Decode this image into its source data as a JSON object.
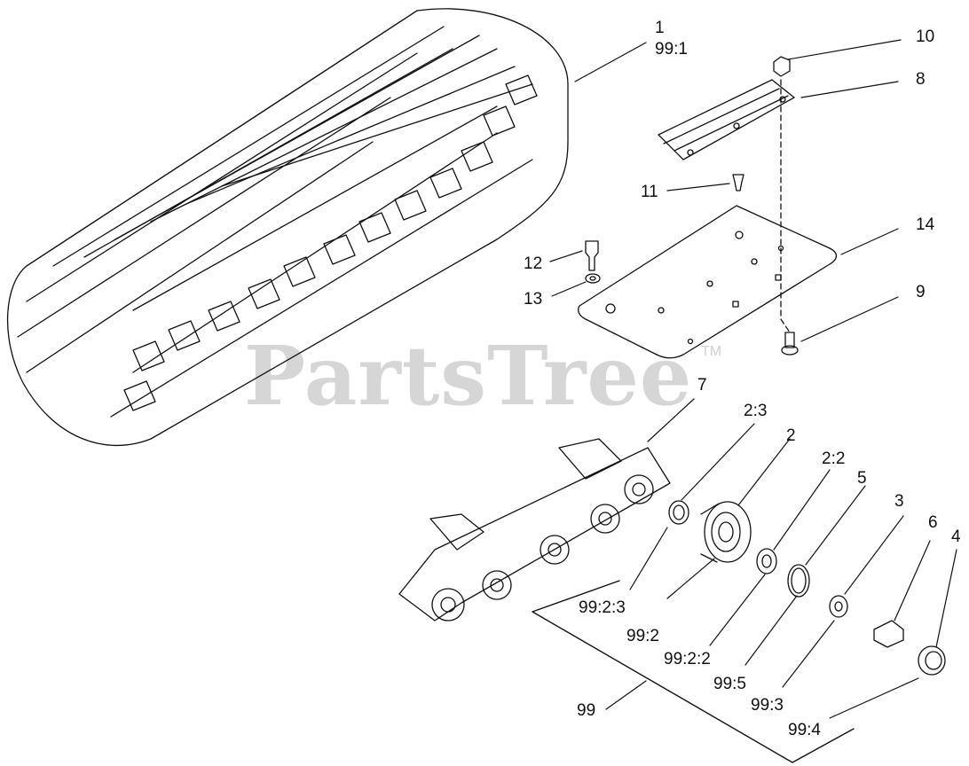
{
  "watermark": {
    "text": "PartsTree",
    "trademark": "TM"
  },
  "callouts": {
    "c1": "1",
    "c99_1": "99:1",
    "c10": "10",
    "c8": "8",
    "c11": "11",
    "c14": "14",
    "c12": "12",
    "c13": "13",
    "c9": "9",
    "c7": "7",
    "c2_3": "2:3",
    "c2": "2",
    "c2_2": "2:2",
    "c5": "5",
    "c3": "3",
    "c6": "6",
    "c4": "4",
    "c99_2_3": "99:2:3",
    "c99_2": "99:2",
    "c99_2_2": "99:2:2",
    "c99_5": "99:5",
    "c99_3": "99:3",
    "c99_4": "99:4",
    "c99": "99"
  }
}
